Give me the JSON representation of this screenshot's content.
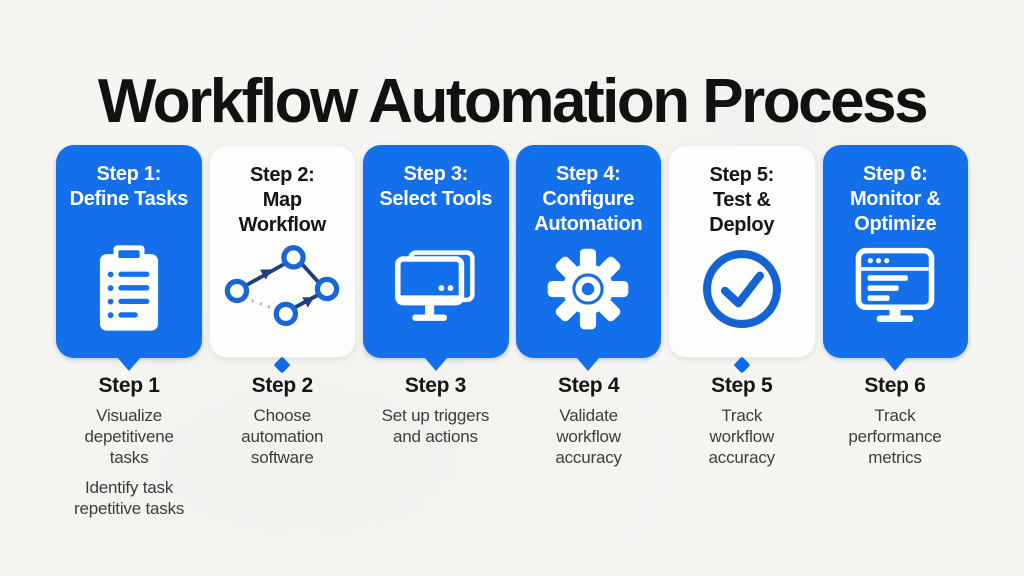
{
  "title": "Workflow Automation Process",
  "colors": {
    "background": "#f6f5f2",
    "title_black": "#111111",
    "card_blue": "#1470ea",
    "icon_blue": "#1563d2",
    "diamond_blue": "#0f68e6",
    "line_navy": "#223e7d",
    "desc_gray": "#3d3d3d"
  },
  "steps": [
    {
      "card_title": [
        "Step 1:",
        "Define Tasks"
      ],
      "label": "Step 1",
      "description": [
        "Visualize",
        "depetitivene",
        "tasks"
      ],
      "description2": [
        "Identify task",
        "repetitive tasks"
      ],
      "variant": "blue",
      "icon": "clipboard-checklist-icon",
      "connector": "triangle-pointer"
    },
    {
      "card_title": [
        "Step 2:",
        "Map",
        "Workflow"
      ],
      "label": "Step 2",
      "description": [
        "Choose",
        "automation",
        "software"
      ],
      "variant": "white",
      "icon": "workflow-diagram-icon",
      "connector": "diamond-marker"
    },
    {
      "card_title": [
        "Step 3:",
        "Select Tools"
      ],
      "label": "Step 3",
      "description": [
        "Set up triggers",
        "and actions"
      ],
      "variant": "blue",
      "icon": "computer-monitor-icon",
      "connector": "triangle-pointer"
    },
    {
      "card_title": [
        "Step 4:",
        "Configure",
        "Automation"
      ],
      "label": "Step 4",
      "description": [
        "Validate",
        "workflow",
        "accuracy"
      ],
      "variant": "blue",
      "icon": "gear-icon",
      "connector": "triangle-pointer"
    },
    {
      "card_title": [
        "Step 5:",
        "Test &",
        "Deploy"
      ],
      "label": "Step 5",
      "description": [
        "Track",
        "workflow",
        "accuracy"
      ],
      "variant": "white",
      "icon": "check-circle-icon",
      "connector": "diamond-marker"
    },
    {
      "card_title": [
        "Step 6:",
        "Monitor &",
        "Optimize"
      ],
      "label": "Step 6",
      "description": [
        "Track",
        "performance",
        "metrics"
      ],
      "variant": "blue",
      "icon": "browser-monitor-icon",
      "connector": "triangle-pointer"
    }
  ]
}
